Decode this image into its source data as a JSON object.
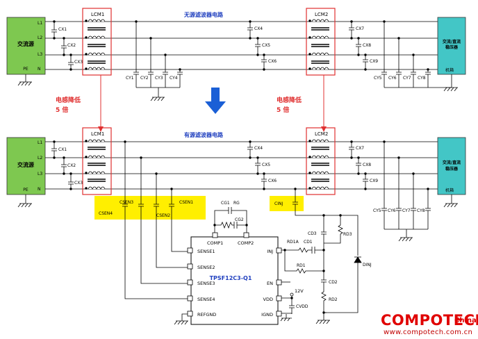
{
  "labels": {
    "source": "交流源",
    "pe": "PE",
    "l1": "L1",
    "l2": "L2",
    "l3": "L3",
    "n": "N",
    "lcm1": "LCM1",
    "lcm2": "LCM2",
    "passive_title": "无源滤波器电路",
    "active_title": "有源滤波器电路",
    "load_line1": "交流/直流",
    "load_line2": "稳压器",
    "chassis": "机箱",
    "reduce": "电感降低",
    "five_times": "5 倍",
    "cx1": "CX1",
    "cx2": "CX2",
    "cx3": "CX3",
    "cx4": "CX4",
    "cx5": "CX5",
    "cx6": "CX6",
    "cx7": "CX7",
    "cx8": "CX8",
    "cx9": "CX9",
    "cy1": "CY1",
    "cy2": "CY2",
    "cy3": "CY3",
    "cy4": "CY4",
    "cy5": "CY5",
    "cy6": "CY6",
    "cy7": "CY7",
    "cy8": "CY8",
    "csen1": "CSEN1",
    "csen2": "CSEN2",
    "csen3": "CSEN3",
    "csen4": "CSEN4",
    "cinj": "CINJ",
    "cg1": "CG1",
    "rg": "RG",
    "cg2": "CG2",
    "cd3": "CD3",
    "rd3": "RD3",
    "rd1a": "RD1A",
    "cd1": "CD1",
    "rd1": "RD1",
    "cd2": "CD2",
    "rd2": "RD2",
    "dinj": "DINJ",
    "cvdd": "CVDD",
    "v12": "12V",
    "chip": "TPSF12C3-Q1",
    "pins_left": [
      "SENSE1",
      "SENSE2",
      "SENSE3",
      "SENSE4",
      "REFGND"
    ],
    "pins_right": [
      "INJ",
      "EN",
      "VDD",
      "IGND"
    ],
    "pins_top": [
      "COMP1",
      "COMP2"
    ]
  },
  "logo": {
    "main": "COMPOTECH",
    "sub": "China",
    "url": "www.compotech.com.cn"
  },
  "colors": {
    "source_fill": "#7ec850",
    "load_fill": "#43c6c6",
    "highlight": "#ffef00",
    "red": "#e03030",
    "arrow_blue": "#1a5fd6",
    "title_blue": "#1f3fbf"
  }
}
